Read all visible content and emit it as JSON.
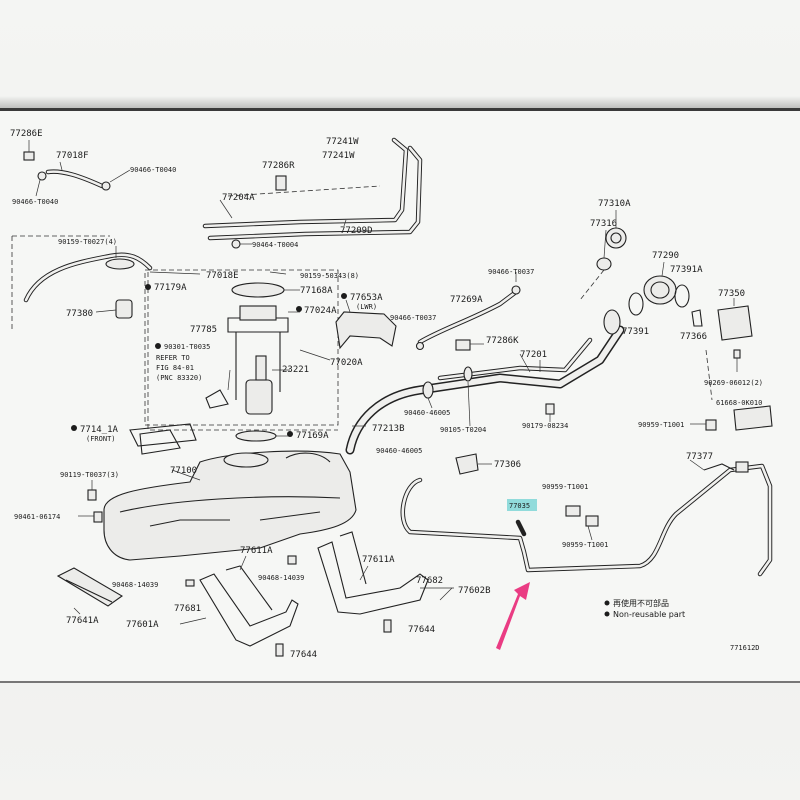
{
  "diagram": {
    "labels": {
      "l01": "77286E",
      "l02": "77018F",
      "l03": "90466-T0040",
      "l04": "90466-T0040",
      "l05": "77241W",
      "l06": "77241W",
      "l07": "77286R",
      "l08": "77204A",
      "l09": "77209D",
      "l10": "90464-T0004",
      "l11": "90159-T0027(4)",
      "l12": "77018E",
      "l13": "77179A",
      "l14": "90159-50343(8)",
      "l15": "77168A",
      "l16": "77380",
      "l17": "77785",
      "l18": "77024A",
      "l19": "77653A",
      "l20": "(LWR)",
      "l21": "90301-T0035",
      "l22": "REFER TO",
      "l23": "FIG 84-01",
      "l24": "(PNC 83320)",
      "l25": "23221",
      "l26": "77020A",
      "l27": "90466-T0037",
      "l28": "77269A",
      "l29": "90466-T0037",
      "l30": "77286K",
      "l31": "77201",
      "l32": "90460-46005",
      "l33": "90105-T0204",
      "l34": "90179-08234",
      "l35": "77213B",
      "l36": "77169A",
      "l37": "90460-46005",
      "l38": "7714_1A",
      "l39": "(FRONT)",
      "l40": "90119-T0037(3)",
      "l41": "77100",
      "l42": "90461-06174",
      "l43": "77306",
      "l44": "77035",
      "l45": "90959-T1001",
      "l46": "90959-T1001",
      "l47": "77611A",
      "l48": "77611A",
      "l49": "90468-14039",
      "l50": "90468-14039",
      "l51": "77682",
      "l52": "77602B",
      "l53": "77681",
      "l54": "77601A",
      "l55": "77641A",
      "l56": "77644",
      "l57": "77644",
      "l58": "77310A",
      "l59": "77316",
      "l60": "77290",
      "l61": "77391A",
      "l62": "77391",
      "l63": "77350",
      "l64": "77366",
      "l65": "90269-06012(2)",
      "l66": "61668-0K010",
      "l67": "90959-T1001",
      "l68": "77377",
      "l69": "771612D"
    },
    "legend": {
      "cn_text": "再使用不可部品",
      "en_text": "Non-reusable part"
    },
    "colors": {
      "highlight": "#7fd6d6",
      "arrow": "#ea3c83",
      "line": "#222222"
    }
  }
}
